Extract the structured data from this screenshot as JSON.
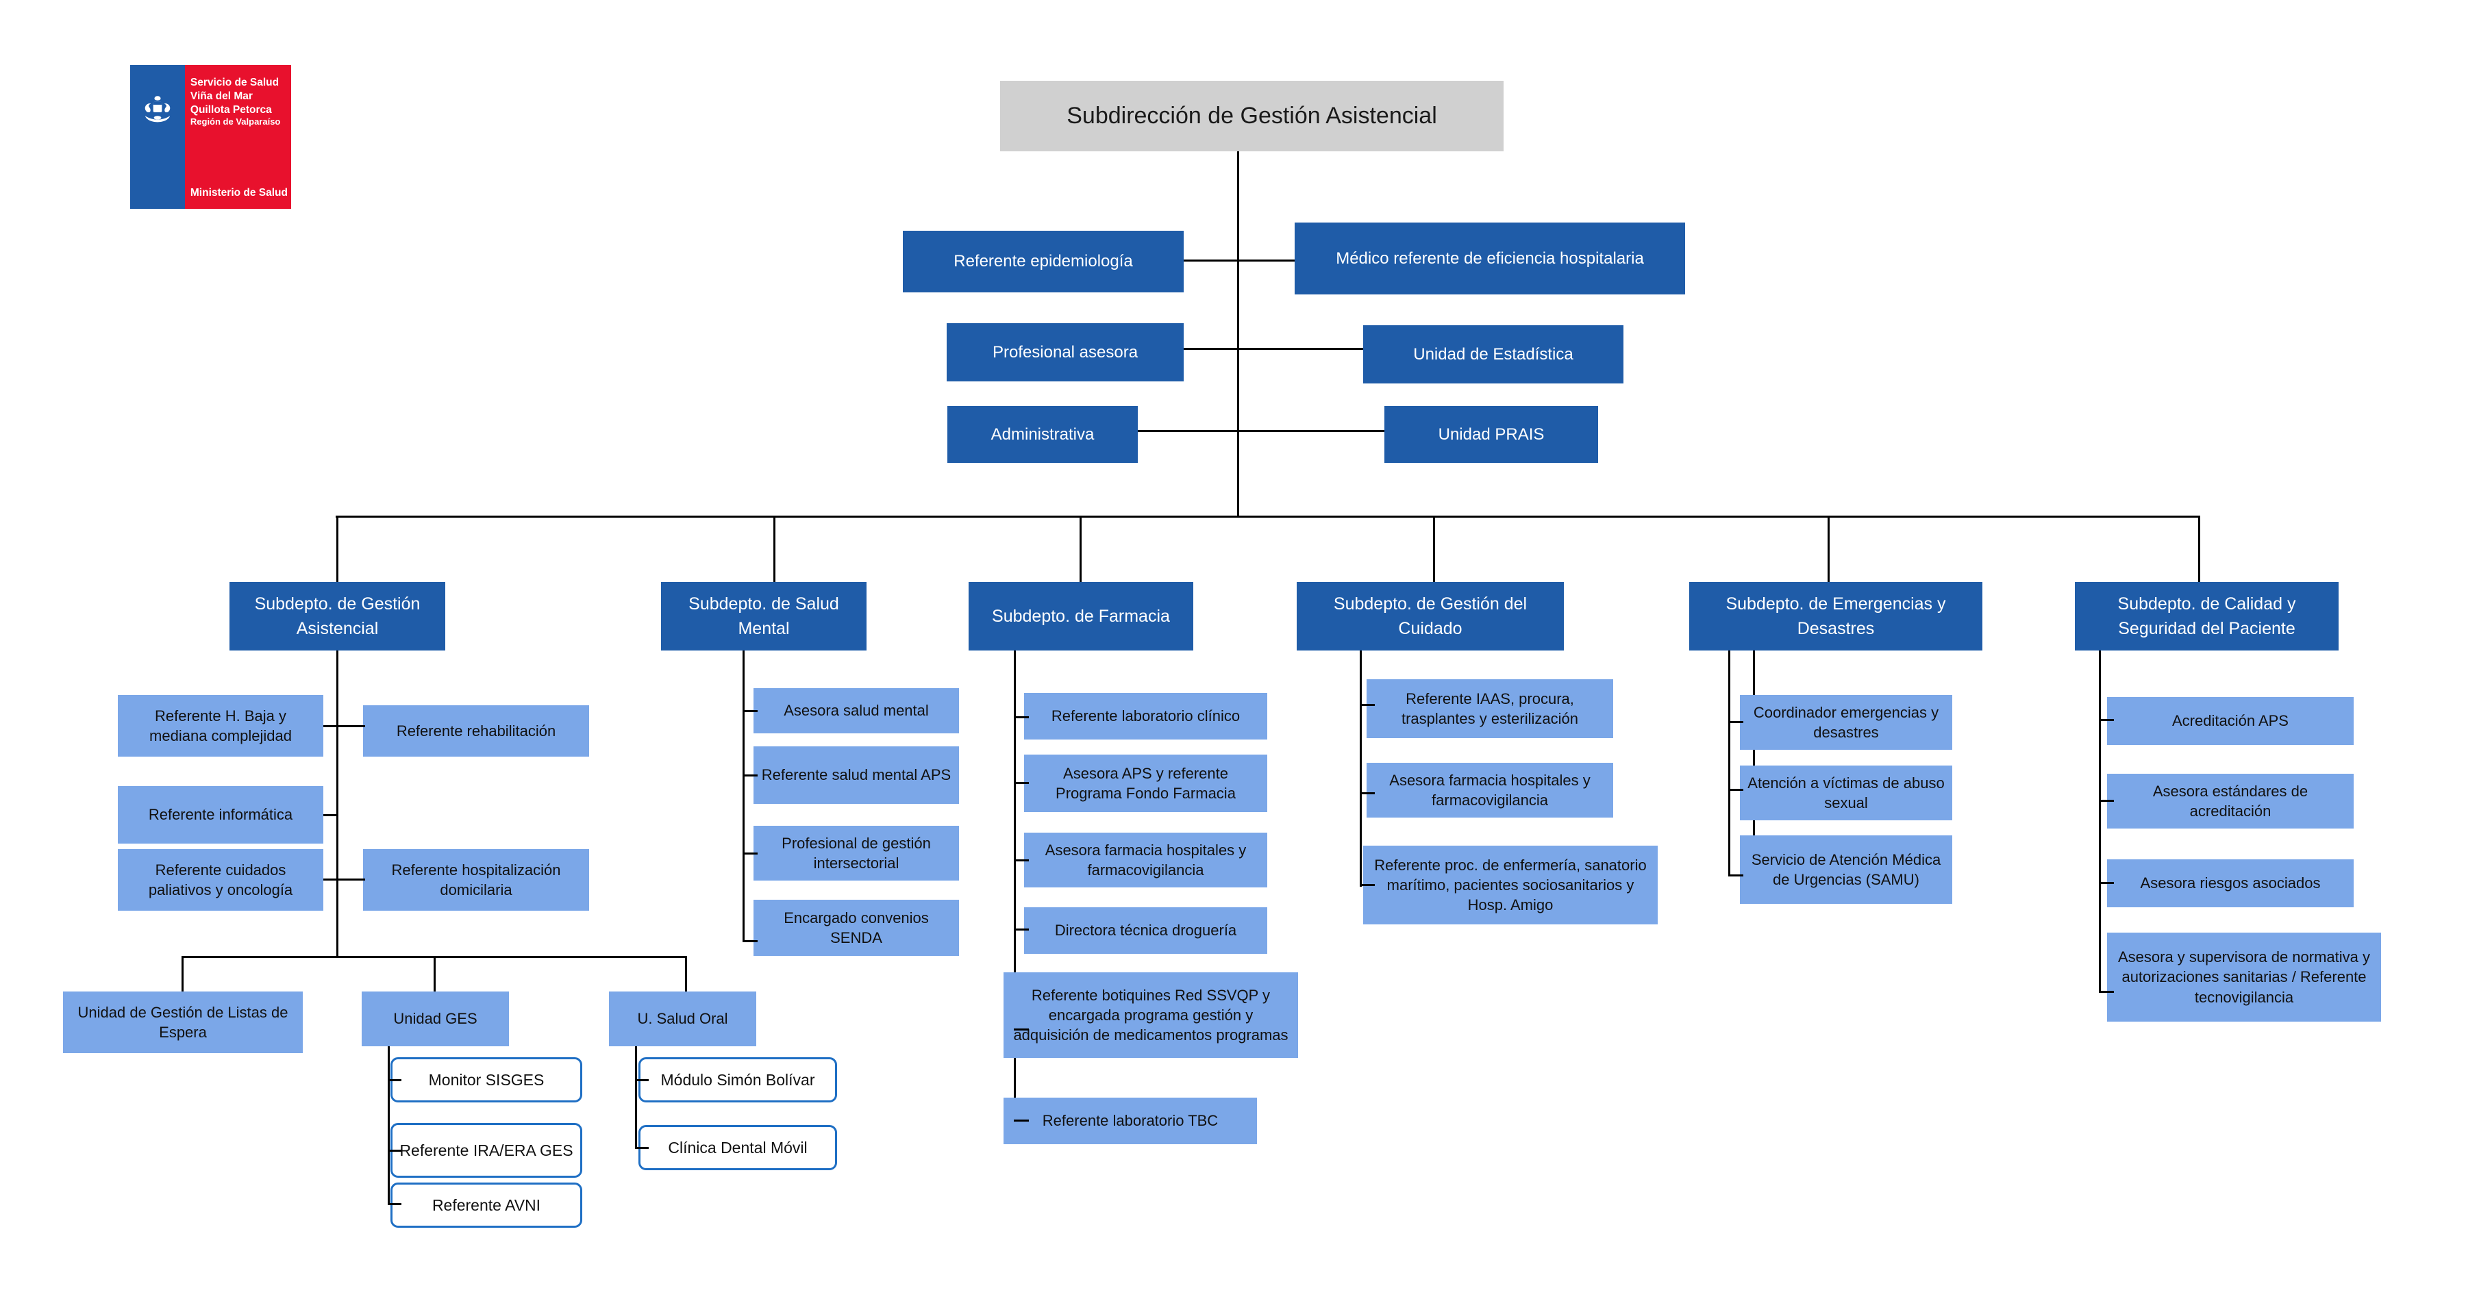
{
  "logo": {
    "line1": "Servicio de Salud",
    "line2": "Viña del Mar",
    "line3": "Quillota Petorca",
    "line4": "Región de Valparaíso",
    "ministry": "Ministerio de Salud",
    "blue": "#1F5CA8",
    "red": "#E8112D"
  },
  "colors": {
    "root_fill": "#D0D0D0",
    "dark_blue": "#1F5CA8",
    "light_blue": "#7BA7E8",
    "leaf_border": "#1F6FC4",
    "connector": "#000000"
  },
  "chart_data": {
    "type": "diagram",
    "title": "Subdirección de Gestión Asistencial",
    "diagram_kind": "organizational-chart"
  },
  "root": {
    "label": "Subdirección de Gestión Asistencial"
  },
  "staff_rows": [
    {
      "left": "Referente epidemiología",
      "right": "Médico referente de eficiencia hospitalaria"
    },
    {
      "left": "Profesional asesora",
      "right": "Unidad de Estadística"
    },
    {
      "left": "Administrativa",
      "right": "Unidad PRAIS"
    }
  ],
  "departments": [
    {
      "label": "Subdepto. de Gestión Asistencial",
      "children_left": [
        "Referente H. Baja y mediana complejidad",
        "Referente informática",
        "Referente cuidados paliativos y oncología"
      ],
      "children_right": [
        "Referente rehabilitación",
        "Referente hospitalización domicilaria"
      ],
      "units": [
        {
          "label": "Unidad de Gestión de Listas de Espera",
          "children": []
        },
        {
          "label": "Unidad GES",
          "children": [
            "Monitor SISGES",
            "Referente IRA/ERA GES",
            "Referente AVNI"
          ]
        },
        {
          "label": "U. Salud Oral",
          "children": [
            "Módulo Simón Bolívar",
            "Clínica Dental Móvil"
          ]
        }
      ]
    },
    {
      "label": "Subdepto. de Salud Mental",
      "children_left": [
        "Asesora salud mental",
        "Referente salud mental APS",
        "Profesional de gestión intersectorial",
        "Encargado convenios SENDA"
      ],
      "children_right": [],
      "units": []
    },
    {
      "label": "Subdepto. de Farmacia",
      "children_left": [
        "Referente laboratorio clínico",
        "Asesora APS y referente Programa Fondo Farmacia",
        "Asesora farmacia hospitales y farmacovigilancia",
        "Directora técnica droguería",
        "Referente botiquines Red SSVQP y encargada programa gestión y adquisición de medicamentos programas",
        "Referente laboratorio TBC"
      ],
      "children_right": [],
      "units": []
    },
    {
      "label": "Subdepto. de Gestión del Cuidado",
      "children_left": [
        "Referente IAAS, procura, trasplantes y esterilización",
        "Asesora farmacia hospitales y farmacovigilancia",
        "Referente proc. de enfermería, sanatorio marítimo, pacientes sociosanitarios y Hosp. Amigo"
      ],
      "children_right": [],
      "units": []
    },
    {
      "label": "Subdepto. de Emergencias y Desastres",
      "children_left": [
        "Coordinador emergencias y desastres",
        "Atención a víctimas de abuso sexual",
        "Servicio de Atención Médica de Urgencias (SAMU)"
      ],
      "children_right": [],
      "units": []
    },
    {
      "label": "Subdepto. de Calidad y Seguridad del Paciente",
      "children_left": [
        "Acreditación APS",
        "Asesora estándares de acreditación",
        "Asesora riesgos asociados",
        "Asesora y supervisora de normativa y autorizaciones sanitarias / Referente tecnovigilancia"
      ],
      "children_right": [],
      "units": []
    }
  ]
}
